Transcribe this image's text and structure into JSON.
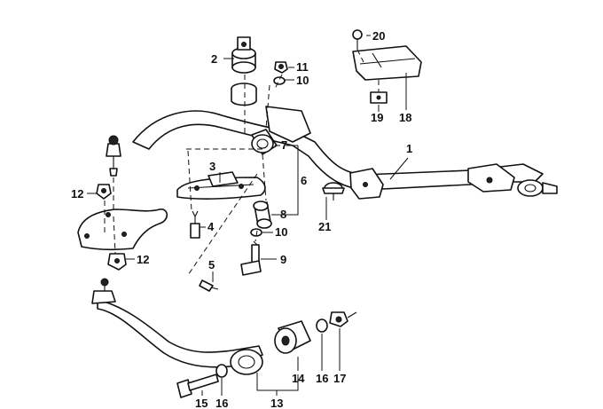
{
  "callouts": {
    "c1": "1",
    "c2": "2",
    "c3": "3",
    "c4": "4",
    "c5": "5",
    "c6": "6",
    "c7": "7",
    "c8": "8",
    "c9": "9",
    "c10a": "10",
    "c10b": "10",
    "c11": "11",
    "c12a": "12",
    "c12b": "12",
    "c13": "13",
    "c14": "14",
    "c15": "15",
    "c16a": "16",
    "c16b": "16",
    "c17": "17",
    "c18": "18",
    "c19": "19",
    "c20": "20",
    "c21": "21"
  }
}
